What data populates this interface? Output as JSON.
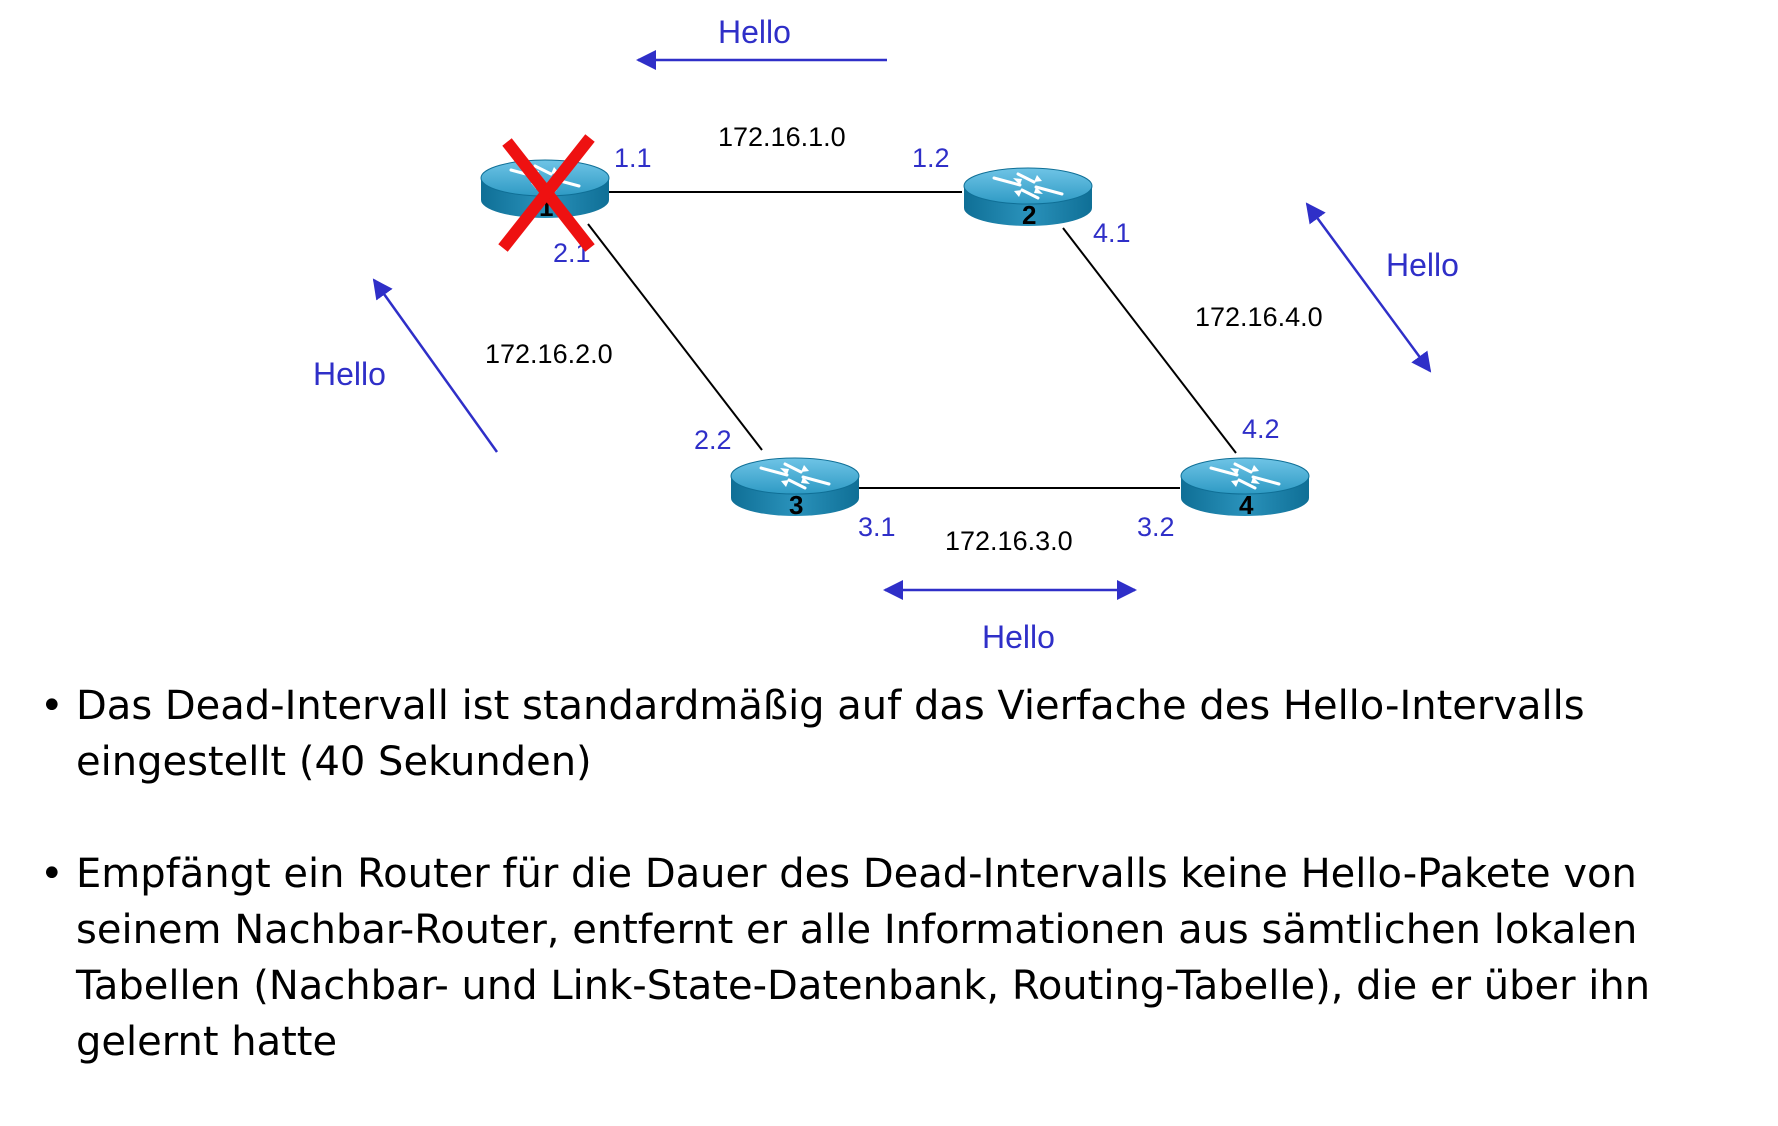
{
  "diagram": {
    "networks": {
      "net_1": "172.16.1.0",
      "net_2": "172.16.2.0",
      "net_3": "172.16.3.0",
      "net_4": "172.16.4.0"
    },
    "interfaces": {
      "r1_a": "1.1",
      "r1_b": "2.1",
      "r2_a": "1.2",
      "r2_b": "4.1",
      "r3_a": "2.2",
      "r3_b": "3.1",
      "r4_a": "4.2",
      "r4_b": "3.2"
    },
    "routers": {
      "r1": "1",
      "r2": "2",
      "r3": "3",
      "r4": "4"
    },
    "hello_labels": {
      "top": "Hello",
      "left": "Hello",
      "right": "Hello",
      "bottom": "Hello"
    },
    "colors": {
      "accent_blue": "#2f2fc8",
      "failure_red": "#ee1111",
      "router_teal": "#1f8fb5"
    },
    "failed_router": "r1",
    "failure_icon": "x-mark-icon",
    "router_icon": "router-icon"
  },
  "bullets": {
    "marker": "•",
    "item_1": "Das Dead-Intervall ist standardmäßig auf das Vierfache des Hello-Intervalls eingestellt (40 Sekunden)",
    "item_2": "Empfängt ein Router für die Dauer des Dead-Intervalls keine Hello-Pakete von seinem Nachbar-Router, entfernt er alle Informationen aus sämtlichen lokalen Tabellen (Nachbar- und Link-State-Datenbank, Routing-Tabelle), die er über ihn gelernt hatte"
  }
}
